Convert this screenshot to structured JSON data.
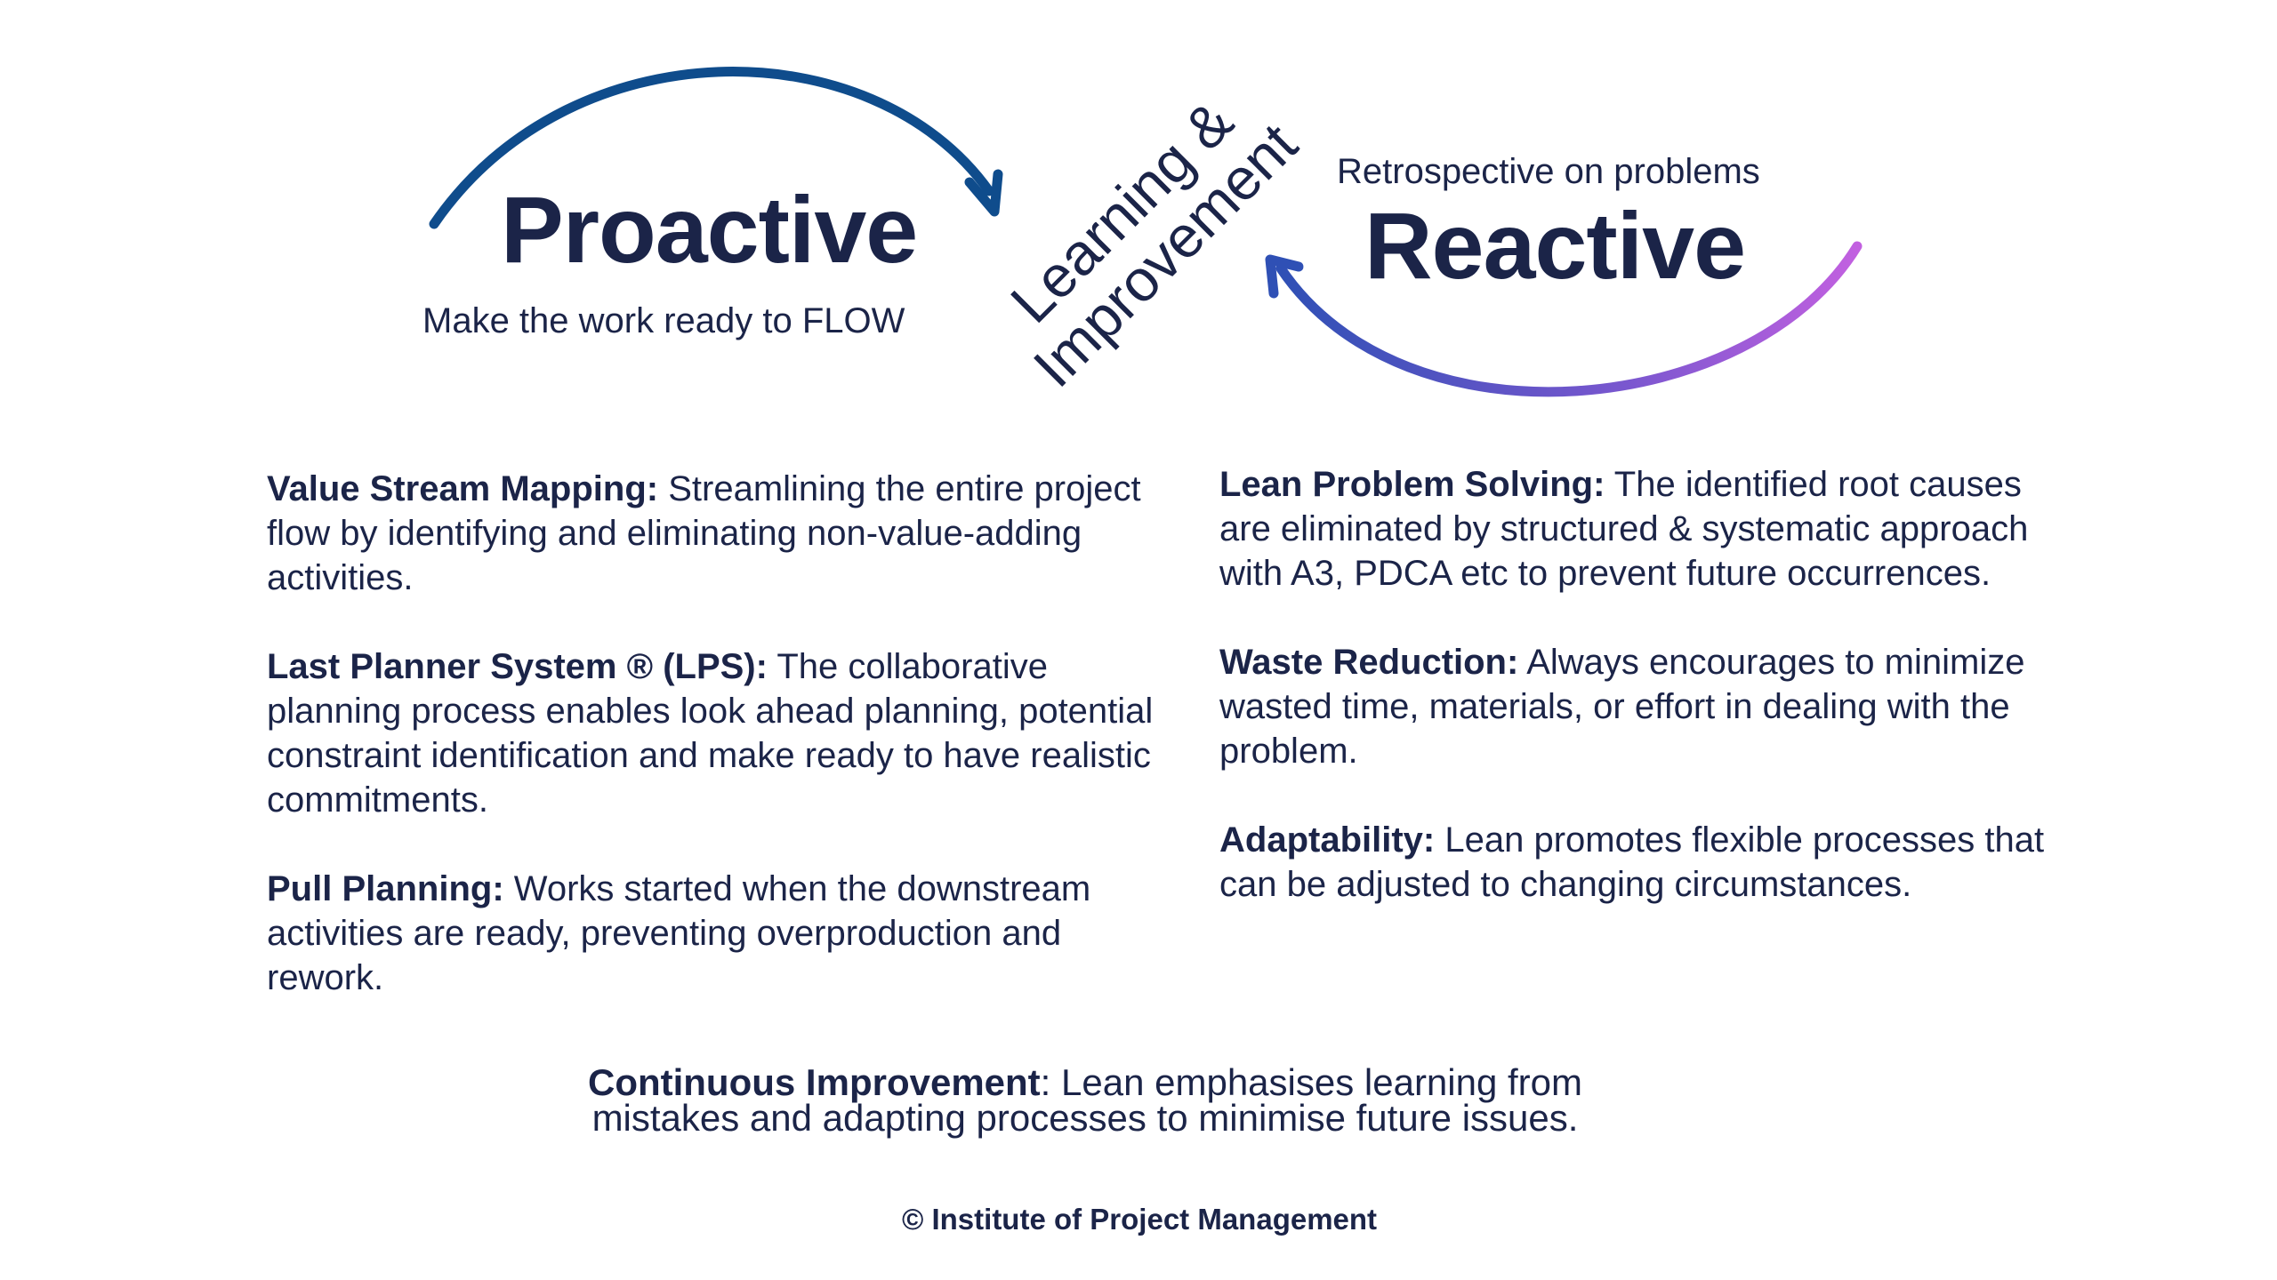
{
  "proactive": {
    "title": "Proactive",
    "subtitle": "Make the work ready to FLOW"
  },
  "center": {
    "line1": "Learning &",
    "line2": "Improvement"
  },
  "reactive": {
    "title": "Reactive",
    "subtitle": "Retrospective on problems"
  },
  "left_items": [
    {
      "term": "Value Stream Mapping:",
      "desc": " Streamlining the entire project flow by identifying and eliminating non-value-adding activities."
    },
    {
      "term": "Last Planner System ® (LPS):",
      "desc": " The collaborative planning process enables look ahead planning, potential constraint identification and make ready to have realistic commitments."
    },
    {
      "term": "Pull Planning:",
      "desc": " Works started when the downstream activities are ready, preventing overproduction and rework."
    }
  ],
  "right_items": [
    {
      "term": "Lean Problem Solving:",
      "desc": " The identified root causes are eliminated by structured & systematic approach with A3, PDCA etc to prevent future occurrences."
    },
    {
      "term": "Waste Reduction:",
      "desc": " Always encourages to minimize wasted time, materials, or effort in dealing with the problem."
    },
    {
      "term": "Adaptability:",
      "desc": " Lean promotes flexible processes that can be adjusted to changing circumstances."
    }
  ],
  "bottom": {
    "term": "Continuous Improvement",
    "desc": ": Lean emphasises learning from mistakes and adapting processes to minimise future issues."
  },
  "footer": "© Institute of Project Management",
  "colors": {
    "navy": "#1b2448",
    "arc_blue": "#0f4c8c",
    "arc_gradient_start": "#2f50b5",
    "arc_gradient_end": "#c260e0"
  }
}
